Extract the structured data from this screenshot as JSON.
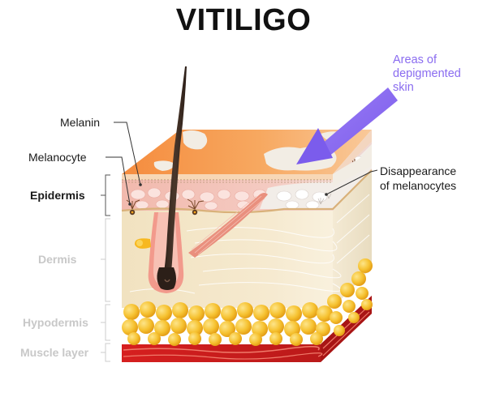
{
  "title": "VITILIGO",
  "labels": {
    "melanin": "Melanin",
    "melanocyte": "Melanocyte",
    "epidermis": "Epidermis",
    "dermis": "Dermis",
    "hypodermis": "Hypodermis",
    "muscle_layer": "Muscle layer",
    "depigmented_line1": "Areas of",
    "depigmented_line2": "depigmented",
    "depigmented_line3": "skin",
    "disappearance_line1": "Disappearance",
    "disappearance_line2": "of melanocytes"
  },
  "colors": {
    "skin_top": "#f7a25a",
    "epidermis": "#f3c9c0",
    "dermis": "#f3e6c8",
    "fat": "#f5c232",
    "muscle": "#c81e1e",
    "arrow": "#8a6cf0",
    "depigmented": "#f2ede6",
    "hair": "#3a2a22"
  }
}
